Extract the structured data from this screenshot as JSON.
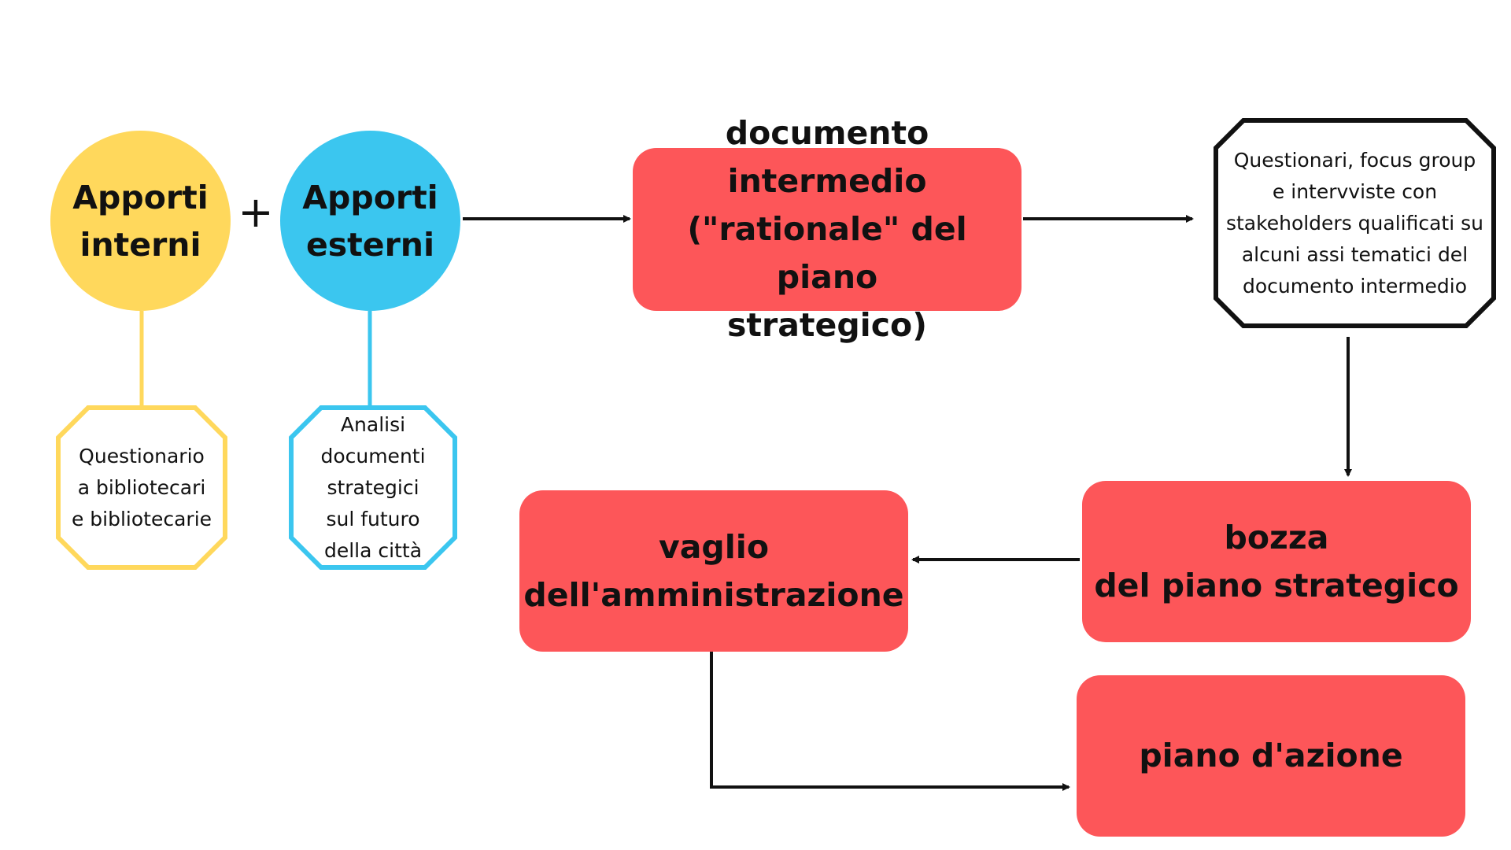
{
  "colors": {
    "yellow": "#ffd85c",
    "blue": "#3bc6ef",
    "red": "#fd5659",
    "black": "#111111"
  },
  "nodes": {
    "apporti_interni": [
      "Apporti",
      "interni"
    ],
    "apporti_esterni": [
      "Apporti",
      "esterni"
    ],
    "plus": "+",
    "questionario": [
      "Questionario",
      "a bibliotecari",
      "e bibliotecarie"
    ],
    "analisi": [
      "Analisi",
      "documenti",
      "strategici",
      "sul futuro",
      "della città"
    ],
    "documento_intermedio": [
      "documento intermedio",
      "(\"rationale\" del piano",
      "strategico)"
    ],
    "questionari_focus": [
      "Questionari, focus group",
      "e intervviste con",
      "stakeholders qualificati su",
      "alcuni assi tematici del",
      "documento intermedio"
    ],
    "bozza": [
      "bozza",
      "del piano strategico"
    ],
    "vaglio": [
      "vaglio",
      "dell'amministrazione"
    ],
    "piano_azione": [
      "piano d'azione"
    ]
  }
}
